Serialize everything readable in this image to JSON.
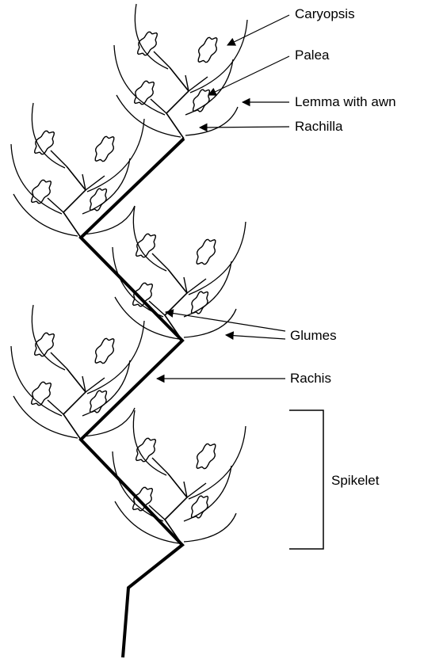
{
  "labels": {
    "caryopsis": "Caryopsis",
    "palea": "Palea",
    "lemma": "Lemma with awn",
    "rachilla": "Rachilla",
    "glumes": "Glumes",
    "rachis": "Rachis",
    "spikelet": "Spikelet"
  },
  "colors": {
    "line": "#000000",
    "background": "#ffffff"
  }
}
